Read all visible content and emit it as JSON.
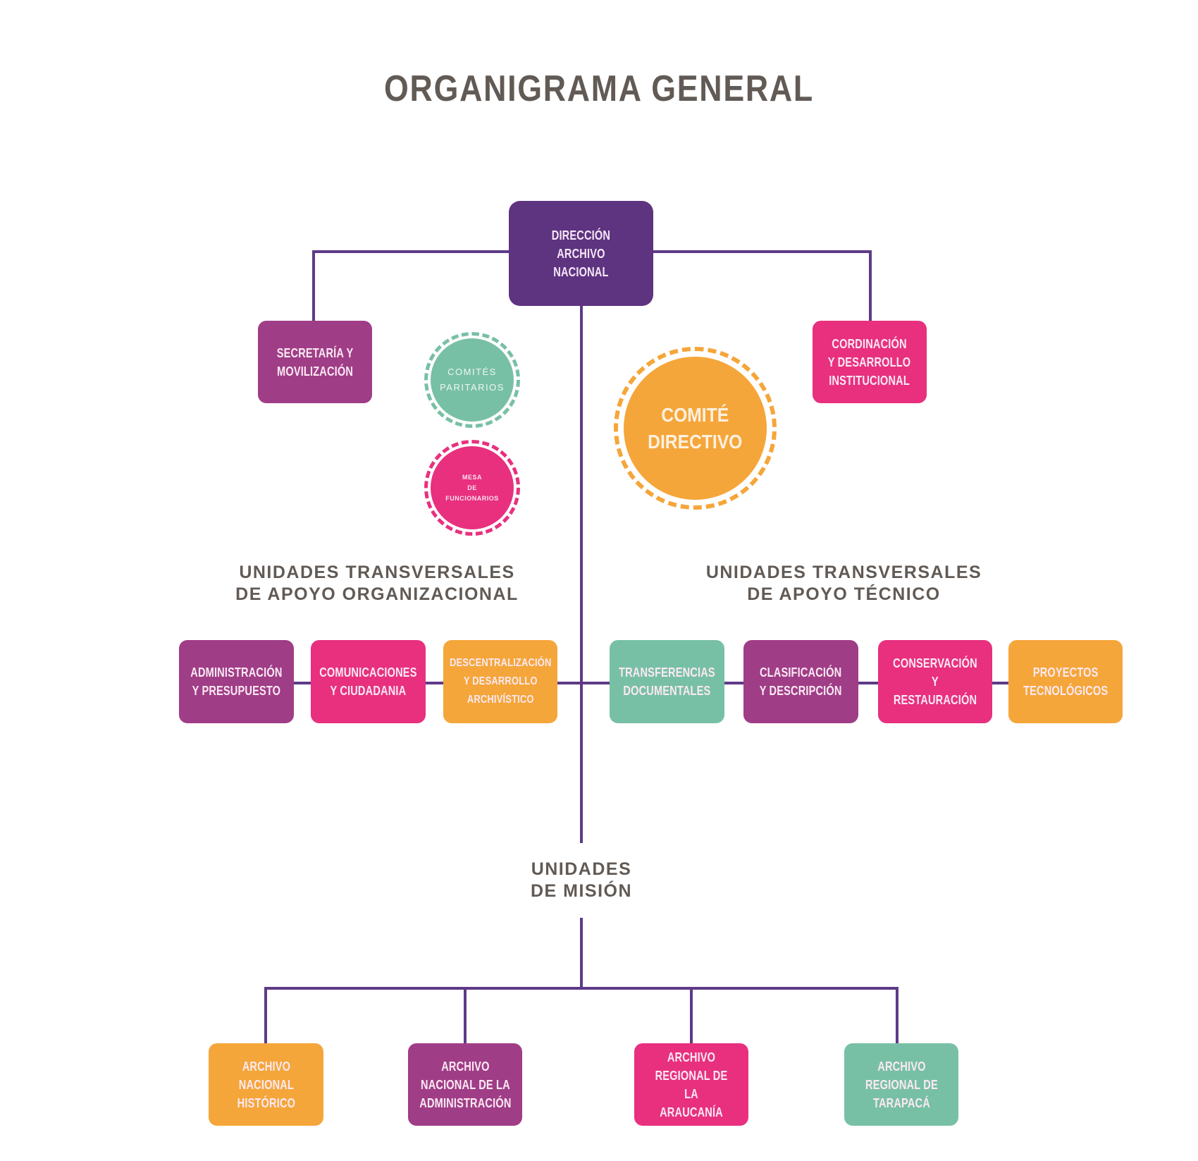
{
  "title": "ORGANIGRAMA GENERAL",
  "colors": {
    "connector": "#5e3a87",
    "title_text": "#615a55",
    "dark_purple": "#5e3380",
    "magenta": "#a03d87",
    "pink": "#e8307f",
    "orange": "#f5a63a",
    "teal": "#78c0a5"
  },
  "top": {
    "direccion": [
      "DIRECCIÓN",
      "ARCHIVO",
      "NACIONAL"
    ],
    "secretaria": [
      "SECRETARÍA Y",
      "MOVILIZACIÓN"
    ],
    "cordinacion": [
      "CORDINACIÓN",
      "Y DESARROLLO",
      "INSTITUCIONAL"
    ]
  },
  "committees": {
    "comites_paritarios": [
      "COMITÉS",
      "PARITARIOS"
    ],
    "mesa_funcionarios": [
      "MESA",
      "DE",
      "FUNCIONARIOS"
    ],
    "comite_directivo": [
      "COMITÉ",
      "DIRECTIVO"
    ]
  },
  "sections": {
    "organizacional": [
      "UNIDADES TRANSVERSALES",
      "DE APOYO ORGANIZACIONAL"
    ],
    "tecnico": [
      "UNIDADES TRANSVERSALES",
      "DE APOYO TÉCNICO"
    ],
    "mision": [
      "UNIDADES",
      "DE MISIÓN"
    ]
  },
  "organizacional_units": [
    {
      "lines": [
        "ADMINISTRACIÓN",
        "Y PRESUPUESTO"
      ]
    },
    {
      "lines": [
        "COMUNICACIONES",
        "Y CIUDADANIA"
      ]
    },
    {
      "lines": [
        "DESCENTRALIZACIÓN",
        "Y DESARROLLO",
        "ARCHIVÍSTICO"
      ]
    }
  ],
  "tecnico_units": [
    {
      "lines": [
        "TRANSFERENCIAS",
        "DOCUMENTALES"
      ]
    },
    {
      "lines": [
        "CLASIFICACIÓN",
        "Y DESCRIPCIÓN"
      ]
    },
    {
      "lines": [
        "CONSERVACIÓN",
        "Y RESTAURACIÓN"
      ]
    },
    {
      "lines": [
        "PROYECTOS",
        "TECNOLÓGICOS"
      ]
    }
  ],
  "mision_units": [
    {
      "lines": [
        "ARCHIVO",
        "NACIONAL",
        "HISTÓRICO"
      ]
    },
    {
      "lines": [
        "ARCHIVO",
        "NACIONAL DE LA",
        "ADMINISTRACIÓN"
      ]
    },
    {
      "lines": [
        "ARCHIVO",
        "REGIONAL DE LA",
        "ARAUCANÍA"
      ]
    },
    {
      "lines": [
        "ARCHIVO",
        "REGIONAL DE",
        "TARAPACÁ"
      ]
    }
  ]
}
